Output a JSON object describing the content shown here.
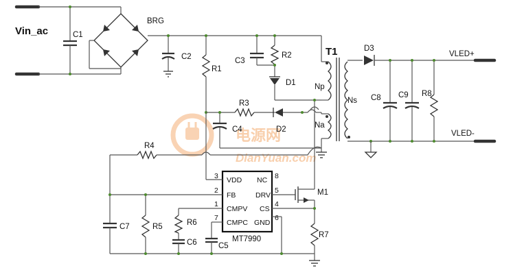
{
  "input": {
    "label": "Vin_ac"
  },
  "outputs": {
    "positive": "VLED+",
    "negative": "VLED-"
  },
  "components": {
    "C1": "C1",
    "C2": "C2",
    "C3": "C3",
    "C4": "C4",
    "C5": "C5",
    "C6": "C6",
    "C7": "C7",
    "C8": "C8",
    "C9": "C9",
    "R1": "R1",
    "R2": "R2",
    "R3": "R3",
    "R4": "R4",
    "R5": "R5",
    "R6": "R6",
    "R7": "R7",
    "R8": "R8",
    "D1": "D1",
    "D2": "D2",
    "D3": "D3",
    "BRG": "BRG",
    "T1": "T1",
    "M1": "M1"
  },
  "transformer": {
    "primary": "Np",
    "secondary": "Ns",
    "auxiliary": "Na"
  },
  "ic": {
    "name": "MT7990",
    "pins": [
      {
        "num": "3",
        "name": "VDD"
      },
      {
        "num": "2",
        "name": "FB"
      },
      {
        "num": "1",
        "name": "CMPV"
      },
      {
        "num": "7",
        "name": "CMPC"
      },
      {
        "num": "8",
        "name": "NC"
      },
      {
        "num": "5",
        "name": "DRV"
      },
      {
        "num": "4",
        "name": "CS"
      },
      {
        "num": "6",
        "name": "GND"
      }
    ]
  },
  "watermark": {
    "cn": "电源网",
    "en": "DianYuan.com"
  }
}
